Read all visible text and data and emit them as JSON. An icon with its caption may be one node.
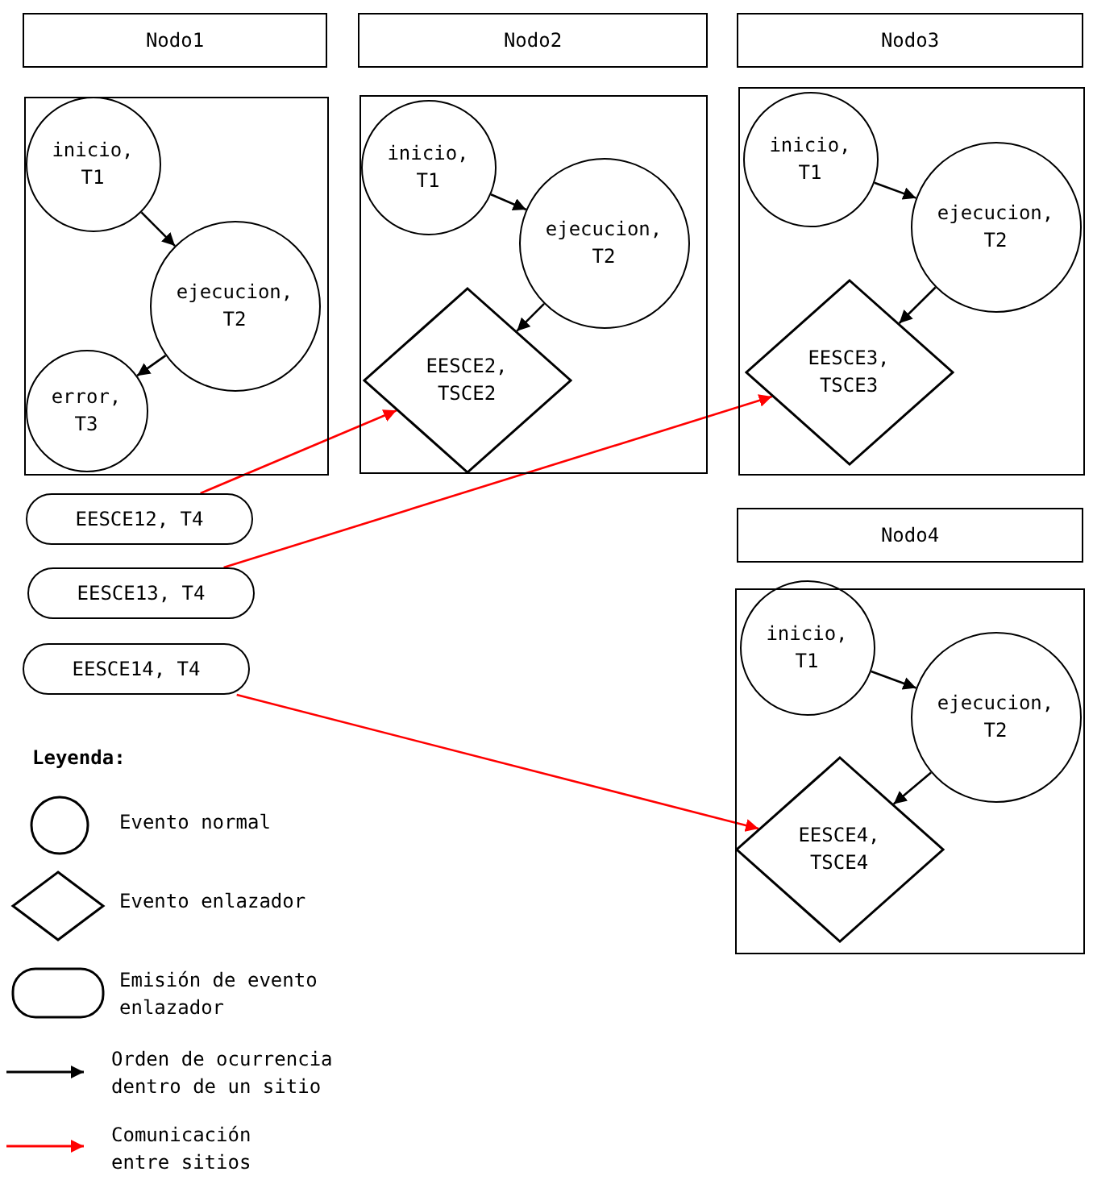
{
  "diagram": {
    "nodes": [
      {
        "text": [
          "Nodo1"
        ]
      },
      {
        "text": [
          "Nodo2"
        ]
      },
      {
        "text": [
          "Nodo3"
        ]
      },
      {
        "text": [],
        "shape": "box"
      },
      {
        "text": [
          "inicio, T1"
        ],
        "in": 3
      },
      {
        "text": [
          "ejecucion, T2"
        ],
        "in": 3
      },
      {
        "text": [
          "error, T3"
        ],
        "in": 3
      },
      {
        "text": [],
        "shape": "box"
      },
      {
        "text": [
          "inicio, T1"
        ],
        "in": 7
      },
      {
        "text": [
          "ejecucion, T2"
        ],
        "in": 7
      },
      {
        "text": [
          "EESCE2, TSCE2"
        ],
        "in": 7
      },
      {
        "text": [],
        "shape": "box"
      },
      {
        "text": [
          "inicio, T1"
        ],
        "in": 11
      },
      {
        "text": [
          "ejecucion, T2"
        ],
        "in": 11
      },
      {
        "text": [
          "EESCE3, TSCE3"
        ],
        "in": 11
      },
      {
        "text": [
          "EESCE12, T4"
        ]
      },
      {
        "text": [
          "EESCE13, T4"
        ]
      },
      {
        "text": [
          "EESCE14, T4"
        ]
      },
      {
        "text": [
          "Nodo4"
        ]
      },
      {
        "text": [],
        "shape": "box"
      },
      {
        "text": [
          "inicio, T1"
        ],
        "in": 19
      },
      {
        "text": [
          "ejecucion, T2"
        ],
        "in": 19
      },
      {
        "text": [
          "EESCE4, TSCE4"
        ],
        "in": 19
      }
    ],
    "edges": [
      {
        "from": 4,
        "to": 5,
        "arrow": "to"
      },
      {
        "from": 5,
        "to": 6,
        "arrow": "to"
      },
      {
        "from": 8,
        "to": 9,
        "arrow": "to"
      },
      {
        "from": 9,
        "to": 10,
        "arrow": "to"
      },
      {
        "from": 12,
        "to": 13,
        "arrow": "to"
      },
      {
        "from": 13,
        "to": 14,
        "arrow": "to"
      },
      {
        "from": 20,
        "to": 21,
        "arrow": "to"
      },
      {
        "from": 21,
        "to": 22,
        "arrow": "to"
      },
      {
        "from": 15,
        "to": 10,
        "arrow": "to",
        "color": "#ff0000"
      },
      {
        "from": 16,
        "to": 14,
        "arrow": "to",
        "color": "#ff0000"
      },
      {
        "from": 17,
        "to": 22,
        "arrow": "to",
        "color": "#ff0000"
      }
    ],
    "labels": [
      "Leyenda:"
    ],
    "legend": [
      {
        "text": "Evento normal"
      },
      {
        "text": "Evento enlazador"
      },
      {
        "text": "Emisión de evento enlazador"
      },
      {
        "text": "Orden de ocurrencia dentro de un sitio"
      },
      {
        "text": "Comunicación entre sitios"
      }
    ]
  }
}
